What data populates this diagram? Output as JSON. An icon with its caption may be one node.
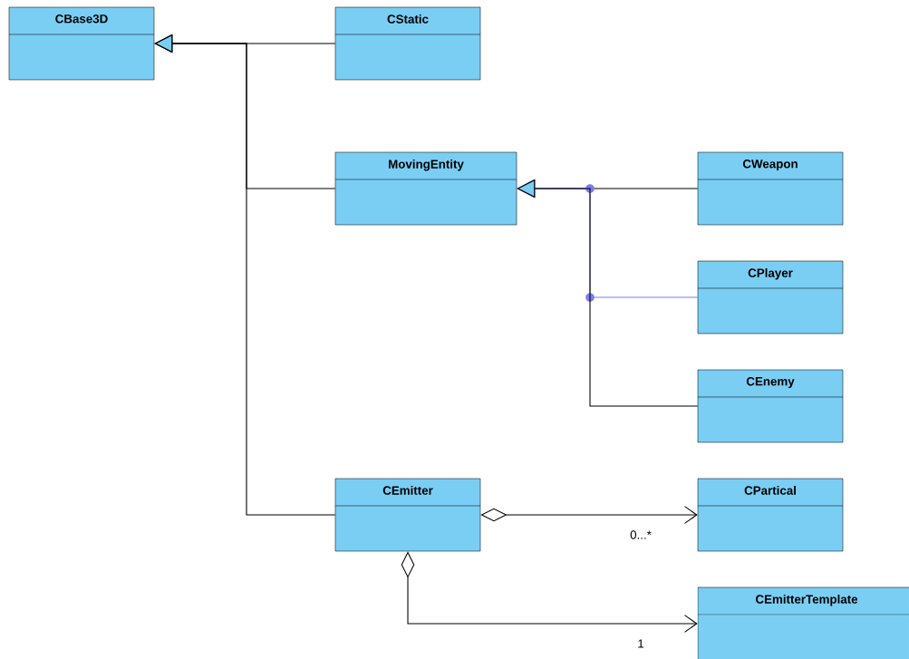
{
  "diagram": {
    "nodes": [
      {
        "text": [
          "CBase3D"
        ]
      },
      {
        "text": [
          "CStatic"
        ]
      },
      {
        "text": [
          "MovingEntity"
        ]
      },
      {
        "text": [
          "CWeapon"
        ]
      },
      {
        "text": [
          "CPlayer"
        ]
      },
      {
        "text": [
          "CEnemy"
        ]
      },
      {
        "text": [
          "CEmitter"
        ]
      },
      {
        "text": [
          "CPartical"
        ]
      },
      {
        "text": [
          "CEmitterTemplate"
        ]
      }
    ],
    "edges": [
      {
        "from": 1,
        "to": 0,
        "arrow": "to"
      },
      {
        "from": 2,
        "to": 0,
        "arrow": "to"
      },
      {
        "from": 6,
        "to": 0,
        "arrow": "to"
      },
      {
        "from": 3,
        "to": 2,
        "arrow": "to"
      },
      {
        "from": 4,
        "to": 2,
        "arrow": "to",
        "color": "#7b7bf2"
      },
      {
        "from": 5,
        "to": 2,
        "arrow": "to"
      },
      {
        "from": 6,
        "to": 7,
        "arrow": "to",
        "label": "0...*"
      },
      {
        "from": 6,
        "to": 8,
        "arrow": "to",
        "label": "1"
      }
    ]
  }
}
